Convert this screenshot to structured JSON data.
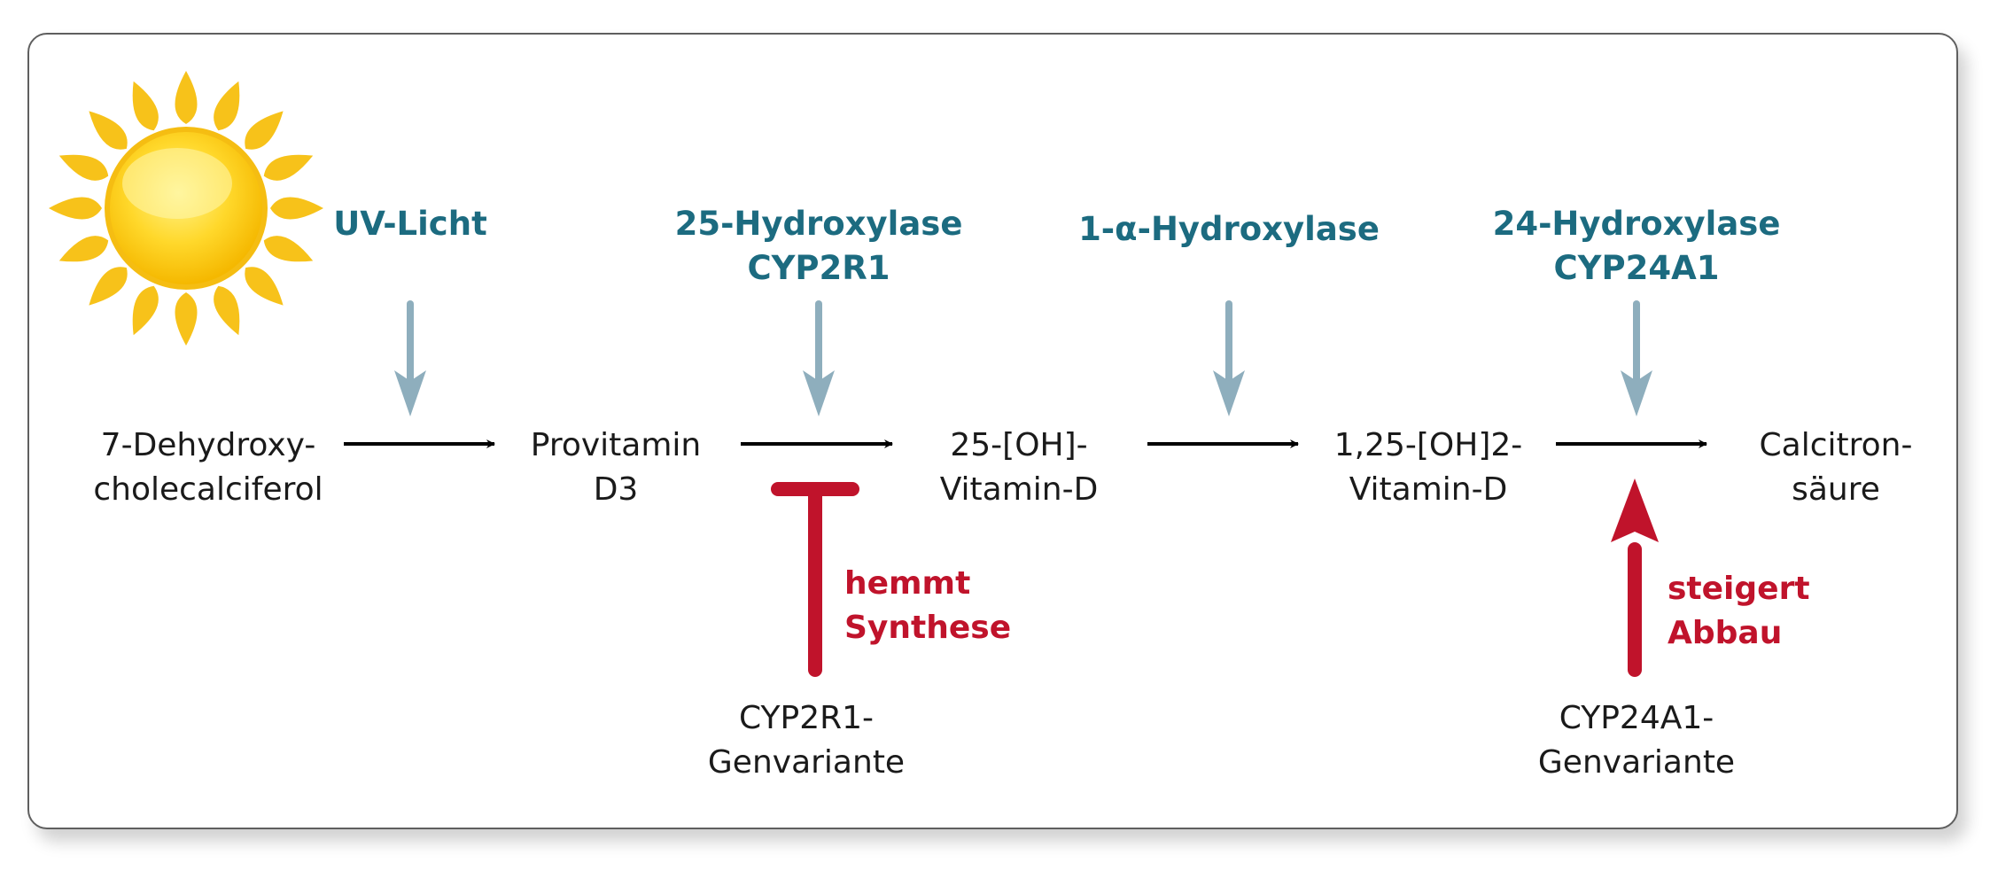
{
  "colors": {
    "enzyme": "#1c6b80",
    "input_arrow": "#8eaebd",
    "effect": "#c0132b",
    "sun_outer": "#f7c21a",
    "sun_inner": "#ffe14d",
    "text": "#1a1a1a"
  },
  "sun": {
    "icon": "sun-icon"
  },
  "nodes": {
    "n1": {
      "line1": "7-Dehydroxy-",
      "line2": "cholecalciferol"
    },
    "n2": {
      "line1": "Provitamin",
      "line2": "D3"
    },
    "n3": {
      "line1": "25-[OH]-",
      "line2": "Vitamin-D"
    },
    "n4": {
      "line1": "1,25-[OH]2-",
      "line2": "Vitamin-D"
    },
    "n5": {
      "line1": "Calcitron-",
      "line2": "säure"
    }
  },
  "enzymes": {
    "uv": {
      "line1": "UV-Licht"
    },
    "e25": {
      "line1": "25-Hydroxylase",
      "line2": "CYP2R1"
    },
    "e1a": {
      "line1": "1-α-Hydroxylase"
    },
    "e24": {
      "line1": "24-Hydroxylase",
      "line2": "CYP24A1"
    }
  },
  "effects": {
    "inhibit": {
      "line1": "hemmt",
      "line2": "Synthese"
    },
    "increase": {
      "line1": "steigert",
      "line2": "Abbau"
    }
  },
  "genes": {
    "cyp2r1": {
      "line1": "CYP2R1-",
      "line2": "Genvariante"
    },
    "cyp24a1": {
      "line1": "CYP24A1-",
      "line2": "Genvariante"
    }
  }
}
